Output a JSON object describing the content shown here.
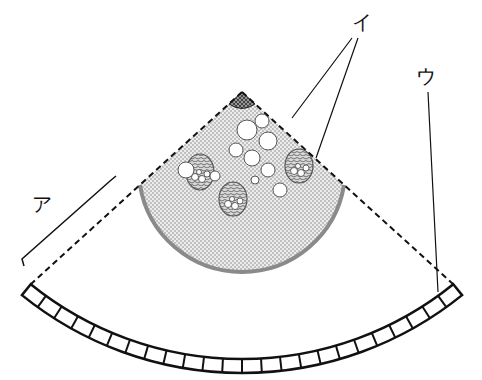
{
  "diagram": {
    "labels": [
      "ア",
      "イ",
      "ウ"
    ]
  }
}
